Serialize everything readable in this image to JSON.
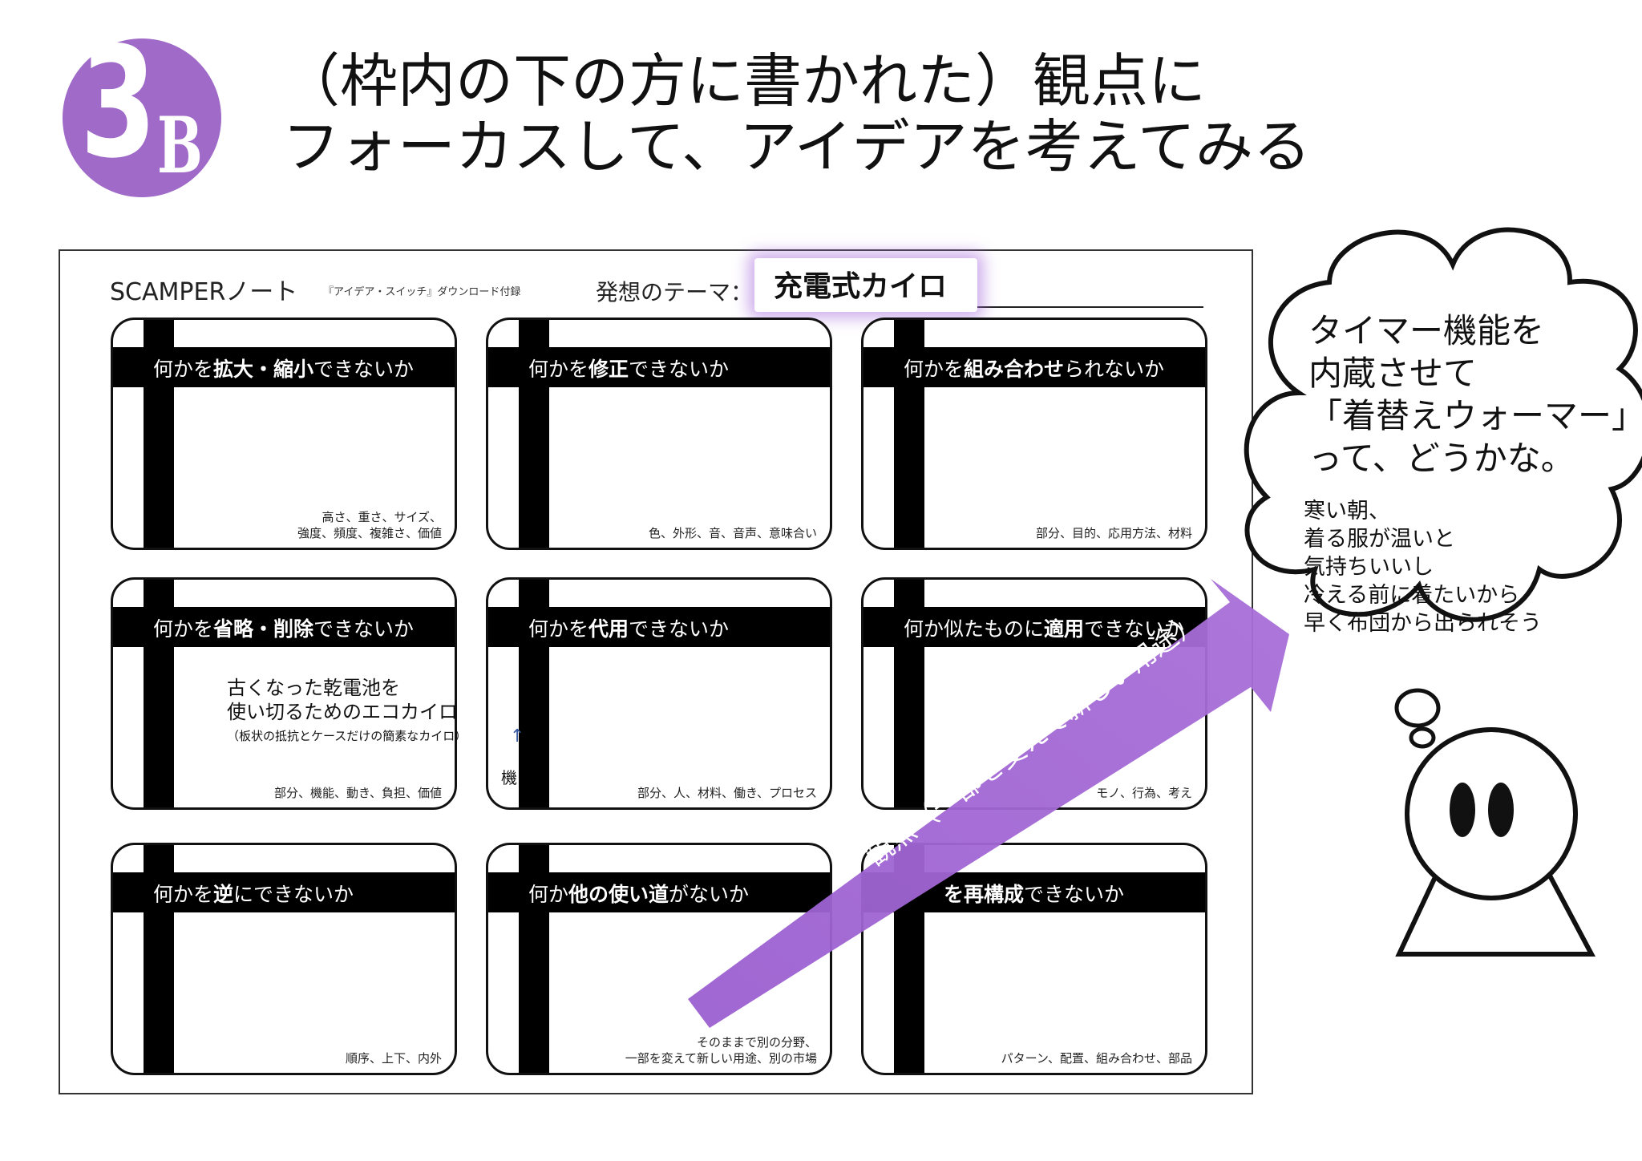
{
  "header": {
    "badge_number": "3",
    "badge_letter": "B",
    "badge_color": "#a06ac8",
    "title_line1": "（枠内の下の方に書かれた）観点に",
    "title_line2": "フォーカスして、アイデアを考えてみる"
  },
  "sheet": {
    "title": "SCAMPERノート",
    "subtitle": "『アイデア・スイッチ』ダウンロード付録",
    "theme_label": "発想のテーマ：",
    "theme_value": "充電式カイロ"
  },
  "cards": [
    {
      "pre": "何かを",
      "bold": "拡大・縮小",
      "post": "できないか",
      "hint1": "高さ、重さ、サイズ、",
      "hint2": "強度、頻度、複雑さ、価値"
    },
    {
      "pre": "何かを",
      "bold": "修正",
      "post": "できないか",
      "hint1": "",
      "hint2": "色、外形、音、音声、意味合い"
    },
    {
      "pre": "何かを",
      "bold": "組み合わせ",
      "post": "られないか",
      "hint1": "",
      "hint2": "部分、目的、応用方法、材料"
    },
    {
      "pre": "何かを",
      "bold": "省略・削除",
      "post": "できないか",
      "hint1": "",
      "hint2": "部分、機能、動き、負担、価値"
    },
    {
      "pre": "何かを",
      "bold": "代用",
      "post": "できないか",
      "hint1": "",
      "hint2": "部分、人、材料、働き、プロセス"
    },
    {
      "pre": "何か似たものに",
      "bold": "適用",
      "post": "できないか",
      "hint1": "",
      "hint2": "モノ、行為、考え"
    },
    {
      "pre": "何かを",
      "bold": "逆",
      "post": "にできないか",
      "hint1": "",
      "hint2": "順序、上下、内外"
    },
    {
      "pre": "何か",
      "bold": "他の使い道",
      "post": "がないか",
      "hint1": "そのままで別の分野、",
      "hint2": "一部を変えて新しい用途、別の市場"
    },
    {
      "pre": "",
      "bold": "を再構成",
      "post": "できないか",
      "hint1": "",
      "hint2": "パターン、配置、組み合わせ、部品"
    }
  ],
  "idea": {
    "line1": "古くなった乾電池を",
    "line2": "使い切るためのエコカイロ",
    "note": "（板状の抵抗とケースだけの簡素なカイロ）",
    "ki": "機"
  },
  "arrow": {
    "label": "観点（一部を変えて新しい用途）",
    "color": "#9b5fd0"
  },
  "bubble": {
    "line1": "タイマー機能を",
    "line2": "内蔵させて",
    "line3": "「着替えウォーマー」",
    "line4": "って、どうかな。",
    "sub1": "寒い朝、",
    "sub2": "着る服が温いと",
    "sub3": "気持ちいいし",
    "sub4": "冷える前に着たいから",
    "sub5": "早く布団から出られそう"
  }
}
